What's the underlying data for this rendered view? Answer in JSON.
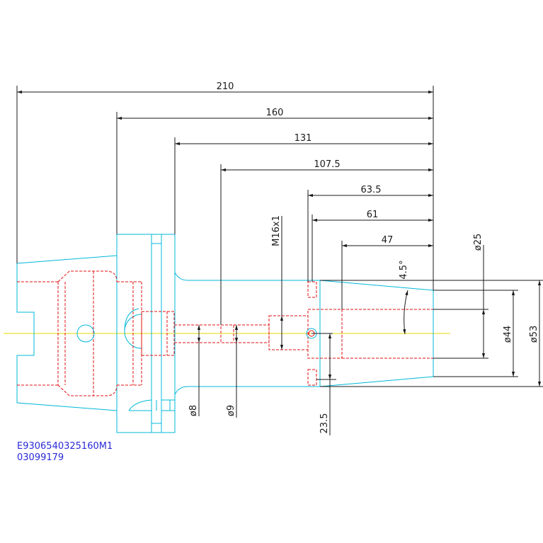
{
  "dimensions": {
    "d210": "210",
    "d160": "160",
    "d131": "131",
    "d107_5": "107.5",
    "d63_5": "63.5",
    "d61": "61",
    "d47": "47",
    "thread": "M16x1",
    "angle": "4.5°",
    "phi25": "ø25",
    "phi44": "ø44",
    "phi53": "ø53",
    "phi8": "ø8",
    "phi9": "ø9",
    "d23_5": "23.5"
  },
  "part_number": "E9306540325160M1",
  "code": "03099179",
  "colors": {
    "outline": "#00b8d8",
    "hidden": "#e01010",
    "dimension": "#1a1a1a",
    "centerline": "#e8d800",
    "code_text": "#2a2ad8"
  }
}
